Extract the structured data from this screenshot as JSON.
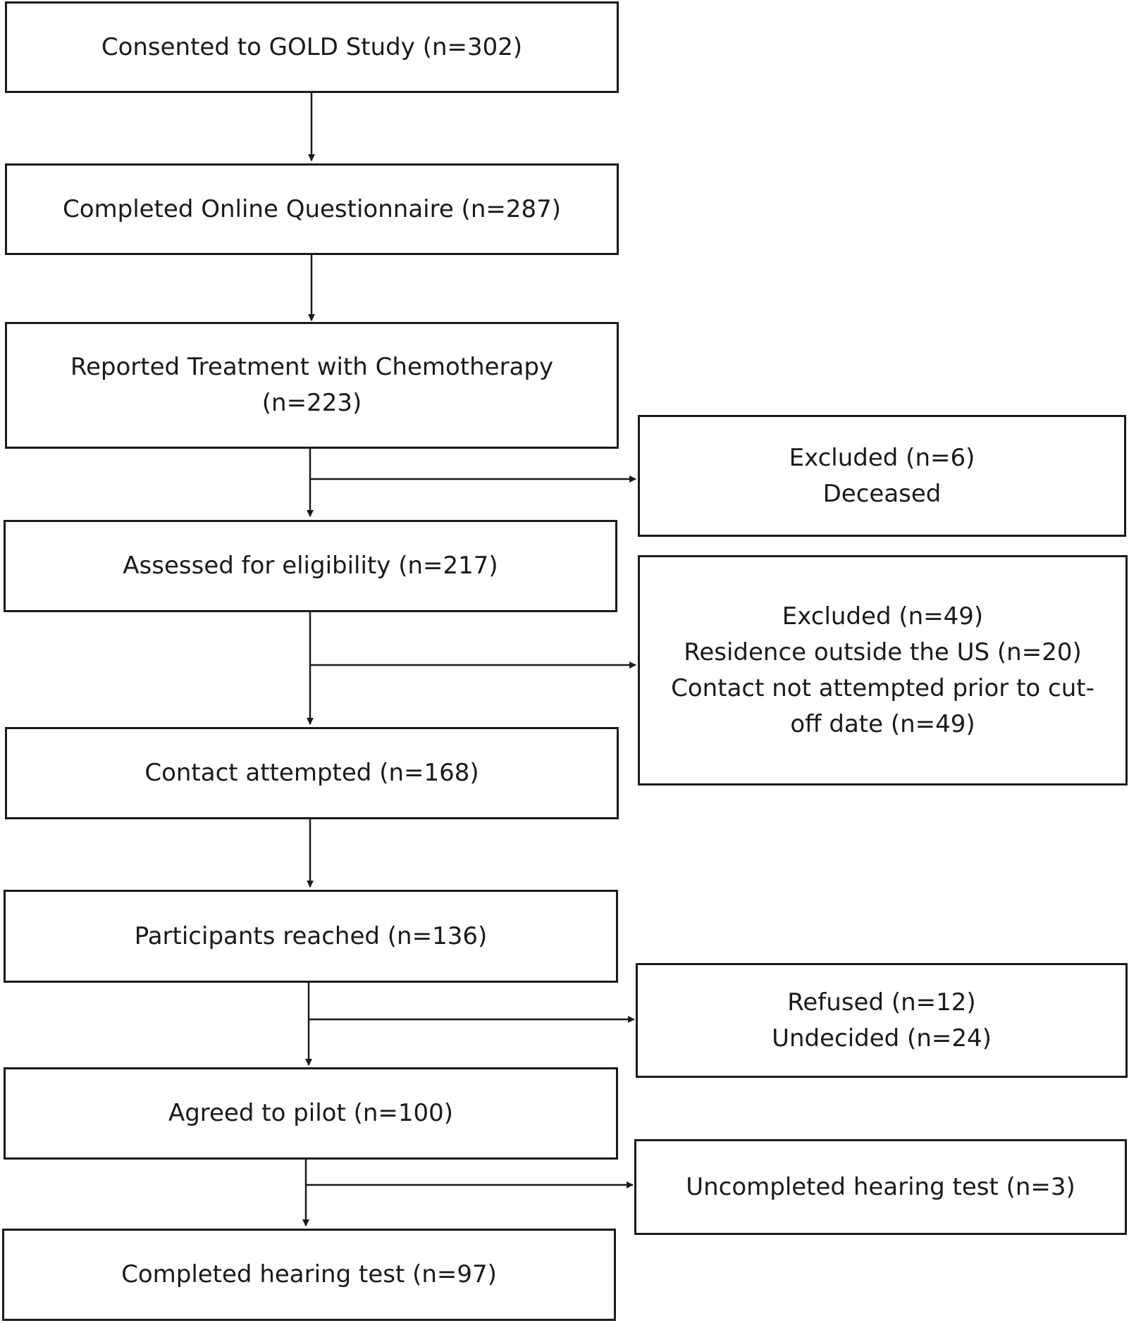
{
  "main_flow": [
    {
      "id": "consented",
      "lines": [
        "Consented to GOLD Study (n=302)"
      ]
    },
    {
      "id": "questionnaire",
      "lines": [
        "Completed Online Questionnaire (n=287)"
      ]
    },
    {
      "id": "chemo",
      "lines": [
        "Reported Treatment with Chemotherapy",
        "(n=223)"
      ]
    },
    {
      "id": "eligibility",
      "lines": [
        "Assessed for eligibility (n=217)"
      ]
    },
    {
      "id": "contact",
      "lines": [
        "Contact attempted (n=168)"
      ]
    },
    {
      "id": "reached",
      "lines": [
        "Participants reached (n=136)"
      ]
    },
    {
      "id": "agreed",
      "lines": [
        "Agreed to pilot (n=100)"
      ]
    },
    {
      "id": "completed",
      "lines": [
        "Completed hearing test (n=97)"
      ]
    }
  ],
  "exclusions": [
    {
      "id": "excluded-deceased",
      "lines": [
        "Excluded (n=6)",
        "Deceased"
      ]
    },
    {
      "id": "excluded-49",
      "lines": [
        "Excluded (n=49)",
        "Residence outside the US (n=20)",
        "Contact not attempted prior to cut-",
        "off date (n=49)"
      ]
    },
    {
      "id": "refused-undecided",
      "lines": [
        "Refused (n=12)",
        "Undecided (n=24)"
      ]
    },
    {
      "id": "uncompleted-hearing",
      "lines": [
        "Uncompleted hearing test (n=3)"
      ]
    }
  ]
}
